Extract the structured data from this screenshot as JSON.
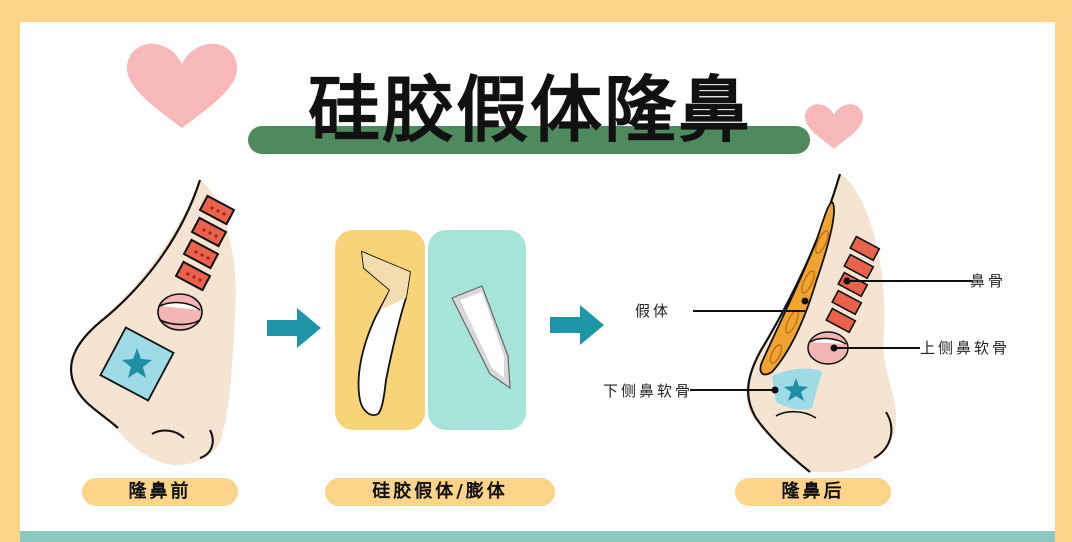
{
  "title": "硅胶假体隆鼻",
  "colors": {
    "frame": "#fbd489",
    "title_bar": "#4e8a5e",
    "heart": "#f7b8ba",
    "arrow": "#1f95a8",
    "pill": "#fbd489",
    "bottom_strip": "#8ac9bf",
    "skin": "#f6e4d3",
    "bone": "#e9624c",
    "implant": "#f0a530",
    "lower_cartilage": "#9fdbe6",
    "implant_card_left": "#f8d478",
    "implant_card_right": "#a6e3d9"
  },
  "panels": [
    {
      "id": "before",
      "label": "隆鼻前"
    },
    {
      "id": "implant",
      "label": "硅胶假体/膨体"
    },
    {
      "id": "after",
      "label": "隆鼻后"
    }
  ],
  "annotations": {
    "nasal_bone": "鼻骨",
    "implant": "假体",
    "upper_lateral_cartilage": "上侧鼻软骨",
    "lower_lateral_cartilage": "下侧鼻软骨"
  },
  "icons": {
    "heart_large": "heart-icon",
    "heart_small": "heart-icon",
    "arrow_1": "arrow-right-icon",
    "arrow_2": "arrow-right-icon"
  }
}
